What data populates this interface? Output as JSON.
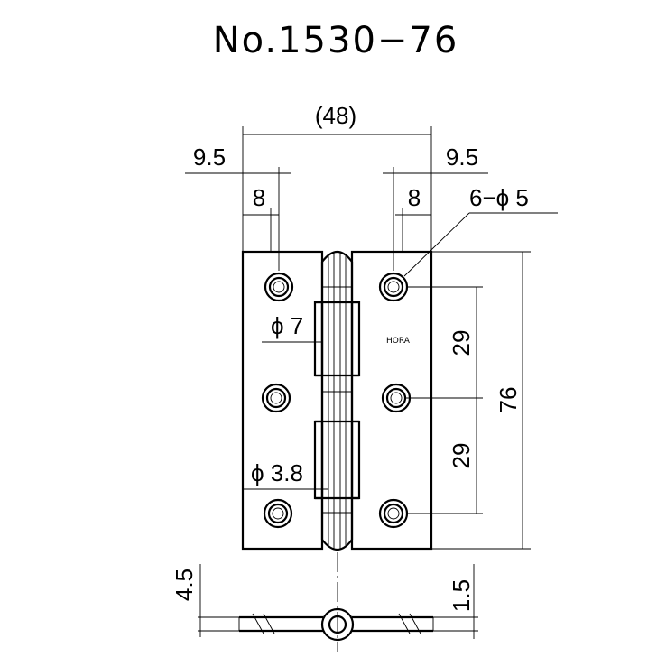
{
  "title": "No.1530−76",
  "dimensions": {
    "overall_width": "(48)",
    "left_edge_to_hole": "9.5",
    "right_edge_to_hole": "9.5",
    "left_hole_spacing": "8",
    "right_hole_spacing": "8",
    "hole_callout": "6−ϕ 5",
    "knuckle_diameter": "ϕ 7",
    "pin_diameter": "ϕ 3.8",
    "hole_pitch_upper": "29",
    "hole_pitch_lower": "29",
    "overall_height": "76",
    "open_thickness": "4.5",
    "leaf_thickness": "1.5"
  },
  "logo_text": "HORA",
  "colors": {
    "line": "#000000",
    "background": "#ffffff"
  }
}
